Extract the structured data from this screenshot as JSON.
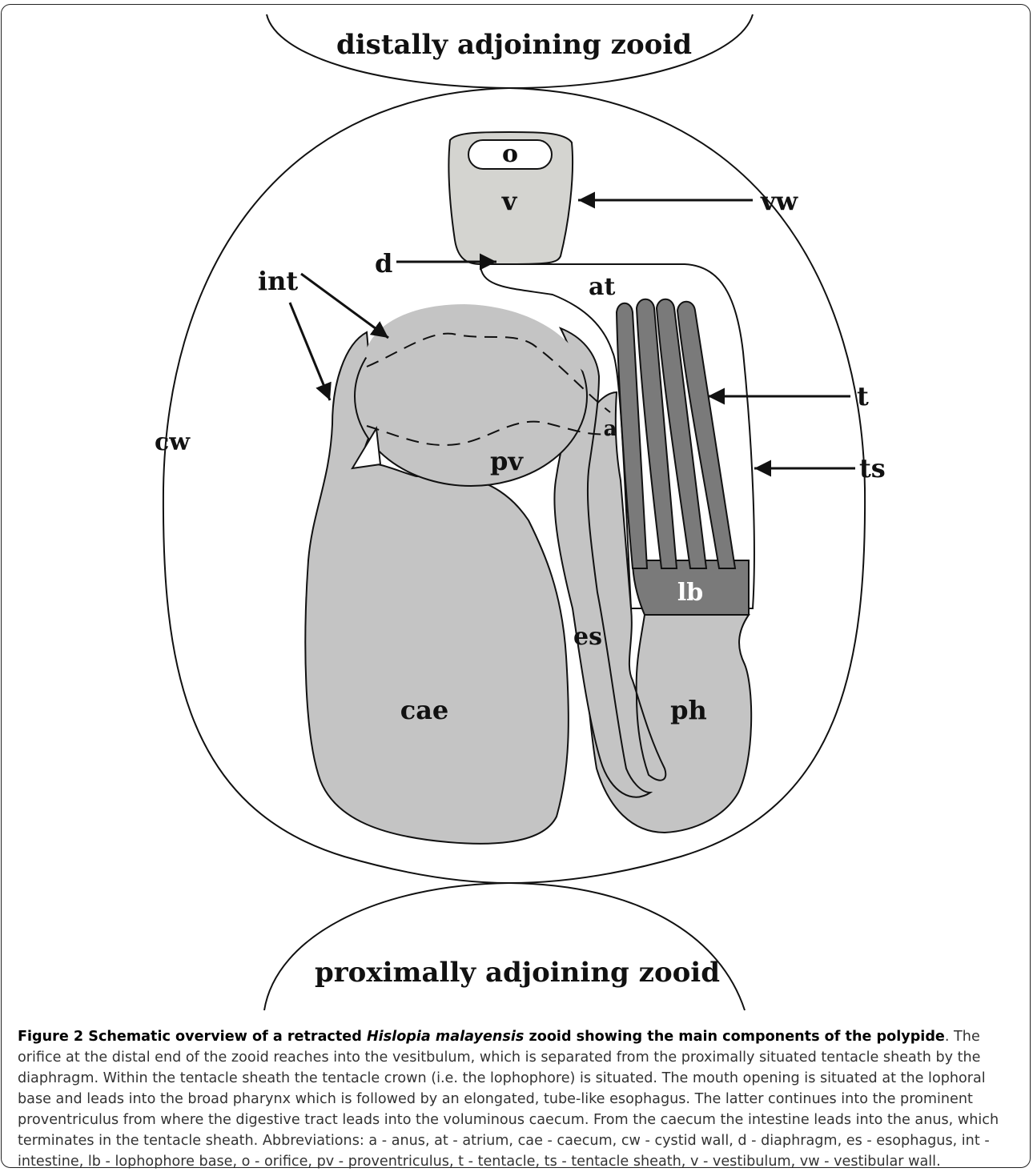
{
  "figure": {
    "top_zoid_label": "distally adjoining zooid",
    "bottom_zoid_label": "proximally adjoining zooid",
    "labels": {
      "o": "o",
      "v": "v",
      "vw": "vw",
      "d": "d",
      "at": "at",
      "int": "int",
      "t": "t",
      "cw": "cw",
      "a": "a",
      "pv": "pv",
      "ts": "ts",
      "lb": "lb",
      "es": "es",
      "cae": "cae",
      "ph": "ph"
    },
    "colors": {
      "organ_fill": "#c4c4c4",
      "vestibulum_fill": "#d4d4d0",
      "tentacle_fill": "#7a7a7a",
      "outline": "#111111"
    }
  },
  "caption": {
    "lead_bold_1": "Figure 2 Schematic overview of a retracted ",
    "species_italic": "Hislopia malayensis",
    "lead_bold_2": " zooid showing the main components of the polypide",
    "body": ". The orifice at the distal end of the zooid reaches into the vesitbulum, which is separated from the proximally situated tentacle sheath by the diaphragm. Within the tentacle sheath the tentacle crown (i.e. the lophophore) is situated. The mouth opening is situated at the lophoral base and leads into the broad pharynx which is followed by an elongated, tube-like esophagus. The latter continues into the prominent proventriculus from where the digestive tract leads into the voluminous caecum. From the caecum the intestine leads into the anus, which terminates in the tentacle sheath. Abbreviations: a - anus, at - atrium, cae - caecum, cw - cystid wall, d - diaphragm, es - esophagus, int - intestine, lb - lophophore base, o - orifice, pv - proventriculus, t - tentacle, ts - tentacle sheath, v - vestibulum, vw - vestibular wall."
  }
}
